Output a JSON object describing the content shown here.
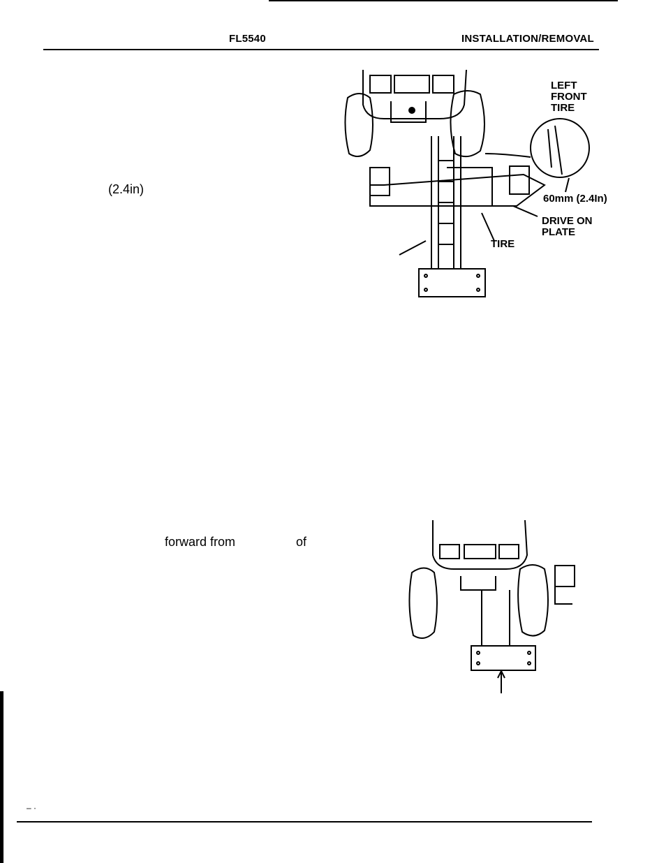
{
  "header": {
    "model": "FL5540",
    "section": "INSTALLATION/REMOVAL"
  },
  "body": {
    "fragment_measure": "(2.4in)",
    "fragment_forward": "forward from",
    "fragment_of": "of"
  },
  "figure1": {
    "label_left_front_tire": [
      "LEFT",
      "FRONT",
      "TIRE"
    ],
    "label_measure": "60mm  (2.4In)",
    "label_drive_on_plate": [
      "DRIVE ON",
      "PLATE"
    ],
    "label_tire": "TIRE"
  },
  "footer": {
    "marks": "– ·"
  }
}
